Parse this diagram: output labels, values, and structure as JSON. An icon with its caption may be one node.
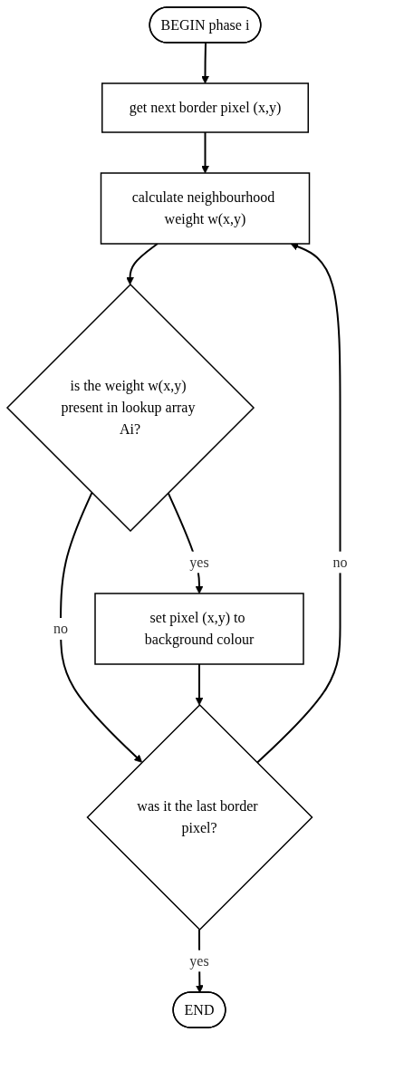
{
  "diagram": {
    "nodes": [
      {
        "text": [
          "BEGIN phase i"
        ]
      },
      {
        "text": [
          "get next border pixel (x,y)"
        ]
      },
      {
        "text": [
          "calculate neighbourhood weight w(x,y)"
        ]
      },
      {
        "text": [
          "is the weight w(x,y) present in lookup array Ai?"
        ]
      },
      {
        "text": [
          "set pixel (x,y) to background colour"
        ]
      },
      {
        "text": [
          "was it the last border pixel?"
        ]
      },
      {
        "text": [
          "END"
        ]
      }
    ],
    "edges": [
      {
        "from": 0,
        "to": 1,
        "arrow": "to"
      },
      {
        "from": 1,
        "to": 2,
        "arrow": "to"
      },
      {
        "from": 2,
        "to": 3,
        "arrow": "to"
      },
      {
        "from": 3,
        "to": 4,
        "arrow": "to",
        "label": "yes"
      },
      {
        "from": 3,
        "to": 5,
        "arrow": "to",
        "label": "no"
      },
      {
        "from": 4,
        "to": 5,
        "arrow": "to"
      },
      {
        "from": 5,
        "to": 6,
        "arrow": "to",
        "label": "yes"
      },
      {
        "from": 5,
        "to": 2,
        "arrow": "to",
        "label": "no"
      }
    ]
  }
}
